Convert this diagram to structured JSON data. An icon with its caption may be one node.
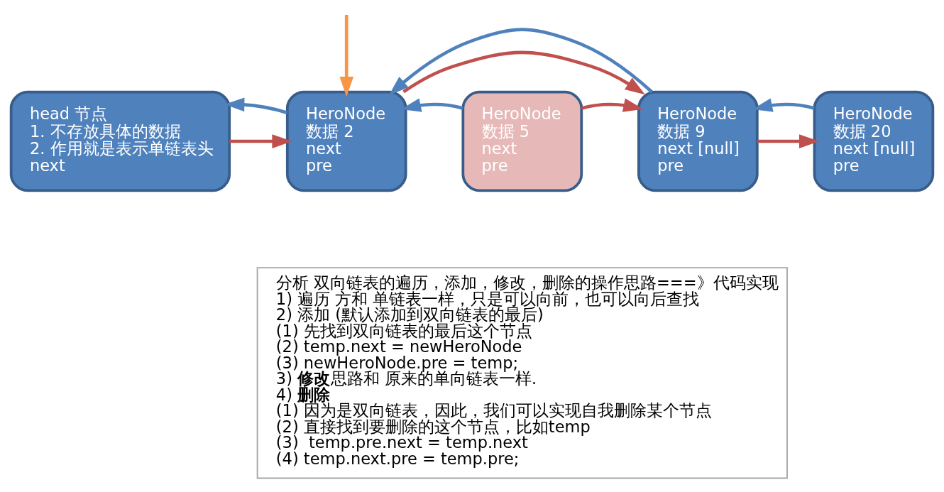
{
  "diagram": {
    "nodes": [
      {
        "text": [
          "head 节点",
          "1. 不存放具体的数据",
          "2. 作用就是表示单链表头",
          "next"
        ]
      },
      {
        "text": [
          "HeroNode",
          "数据 2",
          "next",
          "pre"
        ]
      },
      {
        "text": [
          "HeroNode",
          "数据 5",
          "next",
          "pre"
        ]
      },
      {
        "text": [
          "HeroNode",
          "数据 9",
          "next [null]",
          "pre"
        ]
      },
      {
        "text": [
          "HeroNode",
          "数据 20",
          "next [null]",
          "pre"
        ]
      },
      {
        "text": [
          "分析 双向链表的遍历，添加，修改，删除的操作思路===》代码实现",
          "1) 遍历 方和 单链表一样，只是可以向前，也可以向后查找",
          "2) 添加 (默认添加到双向链表的最后)",
          "(1) 先找到双向链表的最后这个节点",
          "(2) temp.next = newHeroNode",
          "(3) newHeroNode.pre = temp;",
          "3) **修改** 思路和 原来的单向链表一样.",
          "4) **删除**",
          "(1) 因为是双向链表，因此，我们可以实现自我删除某个节点",
          "(2) 直接找到要删除的这个节点，比如temp",
          "(3)  temp.pre.next = temp.next",
          "(4) temp.next.pre = temp.pre;"
        ]
      }
    ],
    "edges": [
      {
        "from": 0,
        "to": 1,
        "arrow": "to",
        "color": "#c0504d"
      },
      {
        "from": 1,
        "to": 0,
        "arrow": "to",
        "color": "#4f81bd"
      },
      {
        "from": 1,
        "to": 3,
        "arrow": "to",
        "color": "#c0504d"
      },
      {
        "from": 2,
        "to": 1,
        "arrow": "to",
        "color": "#4f81bd"
      },
      {
        "from": 2,
        "to": 3,
        "arrow": "to",
        "color": "#c0504d"
      },
      {
        "from": 3,
        "to": 1,
        "arrow": "to",
        "color": "#4f81bd"
      },
      {
        "from": 3,
        "to": 4,
        "arrow": "to",
        "color": "#c0504d"
      },
      {
        "from": 4,
        "to": 3,
        "arrow": "to",
        "color": "#4f81bd"
      },
      {
        "from": null,
        "to": 1,
        "arrow": "to",
        "color": "#f79646"
      }
    ]
  }
}
